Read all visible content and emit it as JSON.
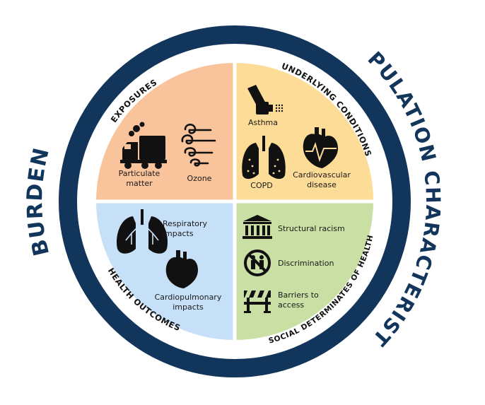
{
  "outer_labels": {
    "left": "BURDEN",
    "right": "POPULATION CHARACTERISTICS"
  },
  "quadrants": {
    "exposures": {
      "title": "EXPOSURES",
      "color": "#f9c39c",
      "items": {
        "pm_line1": "Particulate",
        "pm_line2": "matter",
        "ozone": "Ozone"
      }
    },
    "underlying": {
      "title": "UNDERLYING CONDITIONS",
      "color": "#fcdc96",
      "items": {
        "asthma": "Asthma",
        "copd": "COPD",
        "cardio_line1": "Cardiovascular",
        "cardio_line2": "disease"
      }
    },
    "outcomes": {
      "title": "HEALTH OUTCOMES",
      "color": "#c6e0f7",
      "items": {
        "resp_line1": "Respiratory",
        "resp_line2": "impacts",
        "cardiopulm_line1": "Cardiopulmonary",
        "cardiopulm_line2": "impacts"
      }
    },
    "social": {
      "title": "SOCIAL DETERMINATES OF HEALTH",
      "color": "#c9dfa4",
      "items": {
        "racism": "Structural racism",
        "discrimination": "Discrimination",
        "barriers_line1": "Barriers to",
        "barriers_line2": "access"
      }
    }
  },
  "colors": {
    "ring": "#12355b",
    "divider": "#ffffff",
    "icon": "#111111"
  },
  "icons": [
    "truck-icon",
    "wind-swirl-icon",
    "inhaler-icon",
    "lungs-icon",
    "heart-icon",
    "courthouse-icon",
    "no-discrimination-icon",
    "barrier-icon"
  ]
}
